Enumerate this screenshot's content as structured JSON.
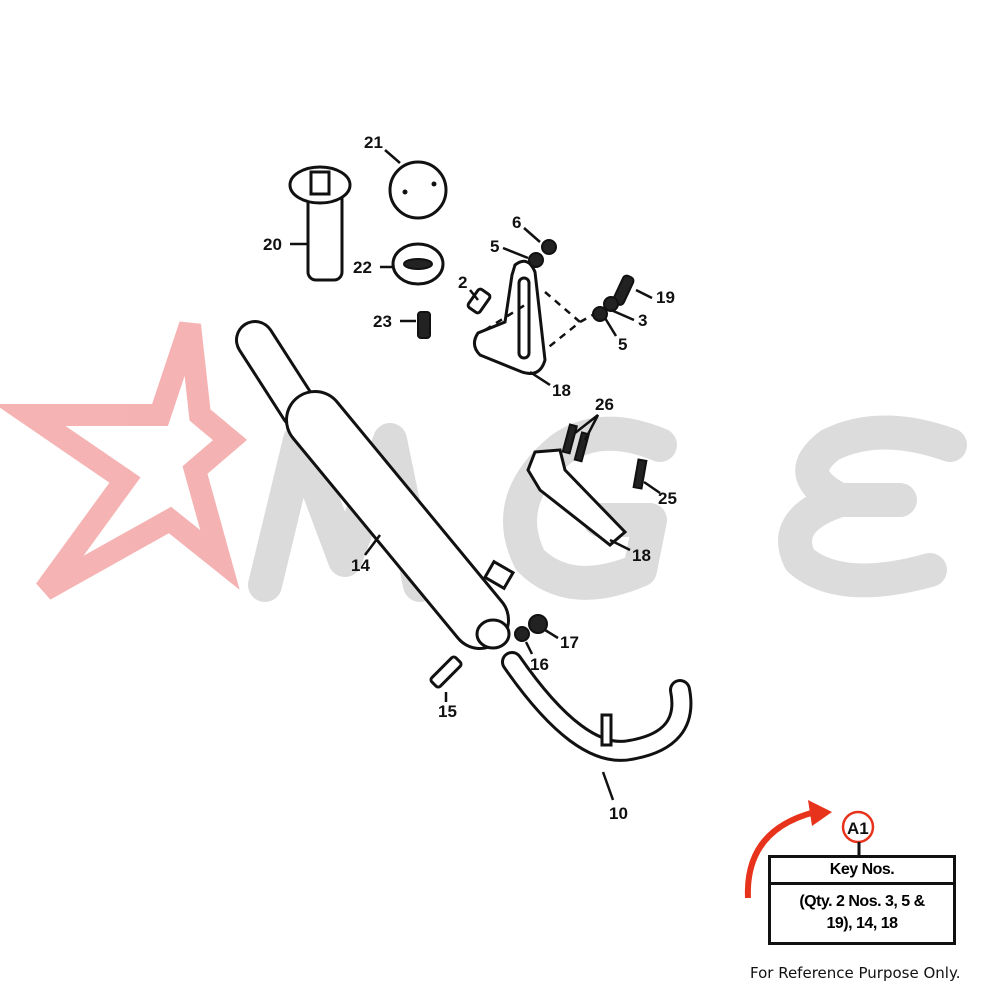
{
  "watermark": {
    "logo_text": "MGE",
    "star_color": "#f08080",
    "letters_color": "#c8c8c8"
  },
  "callouts": [
    "21",
    "20",
    "22",
    "6",
    "5",
    "2",
    "19",
    "3",
    "5",
    "23",
    "18",
    "26",
    "25",
    "18",
    "14",
    "17",
    "16",
    "15",
    "10"
  ],
  "key": {
    "ref": "A1",
    "ref_color": "#e8331c",
    "title": "Key Nos.",
    "line1": "(Qty. 2 Nos. 3, 5 &",
    "line2": "19), 14, 18"
  },
  "footer": "For Reference Purpose Only."
}
